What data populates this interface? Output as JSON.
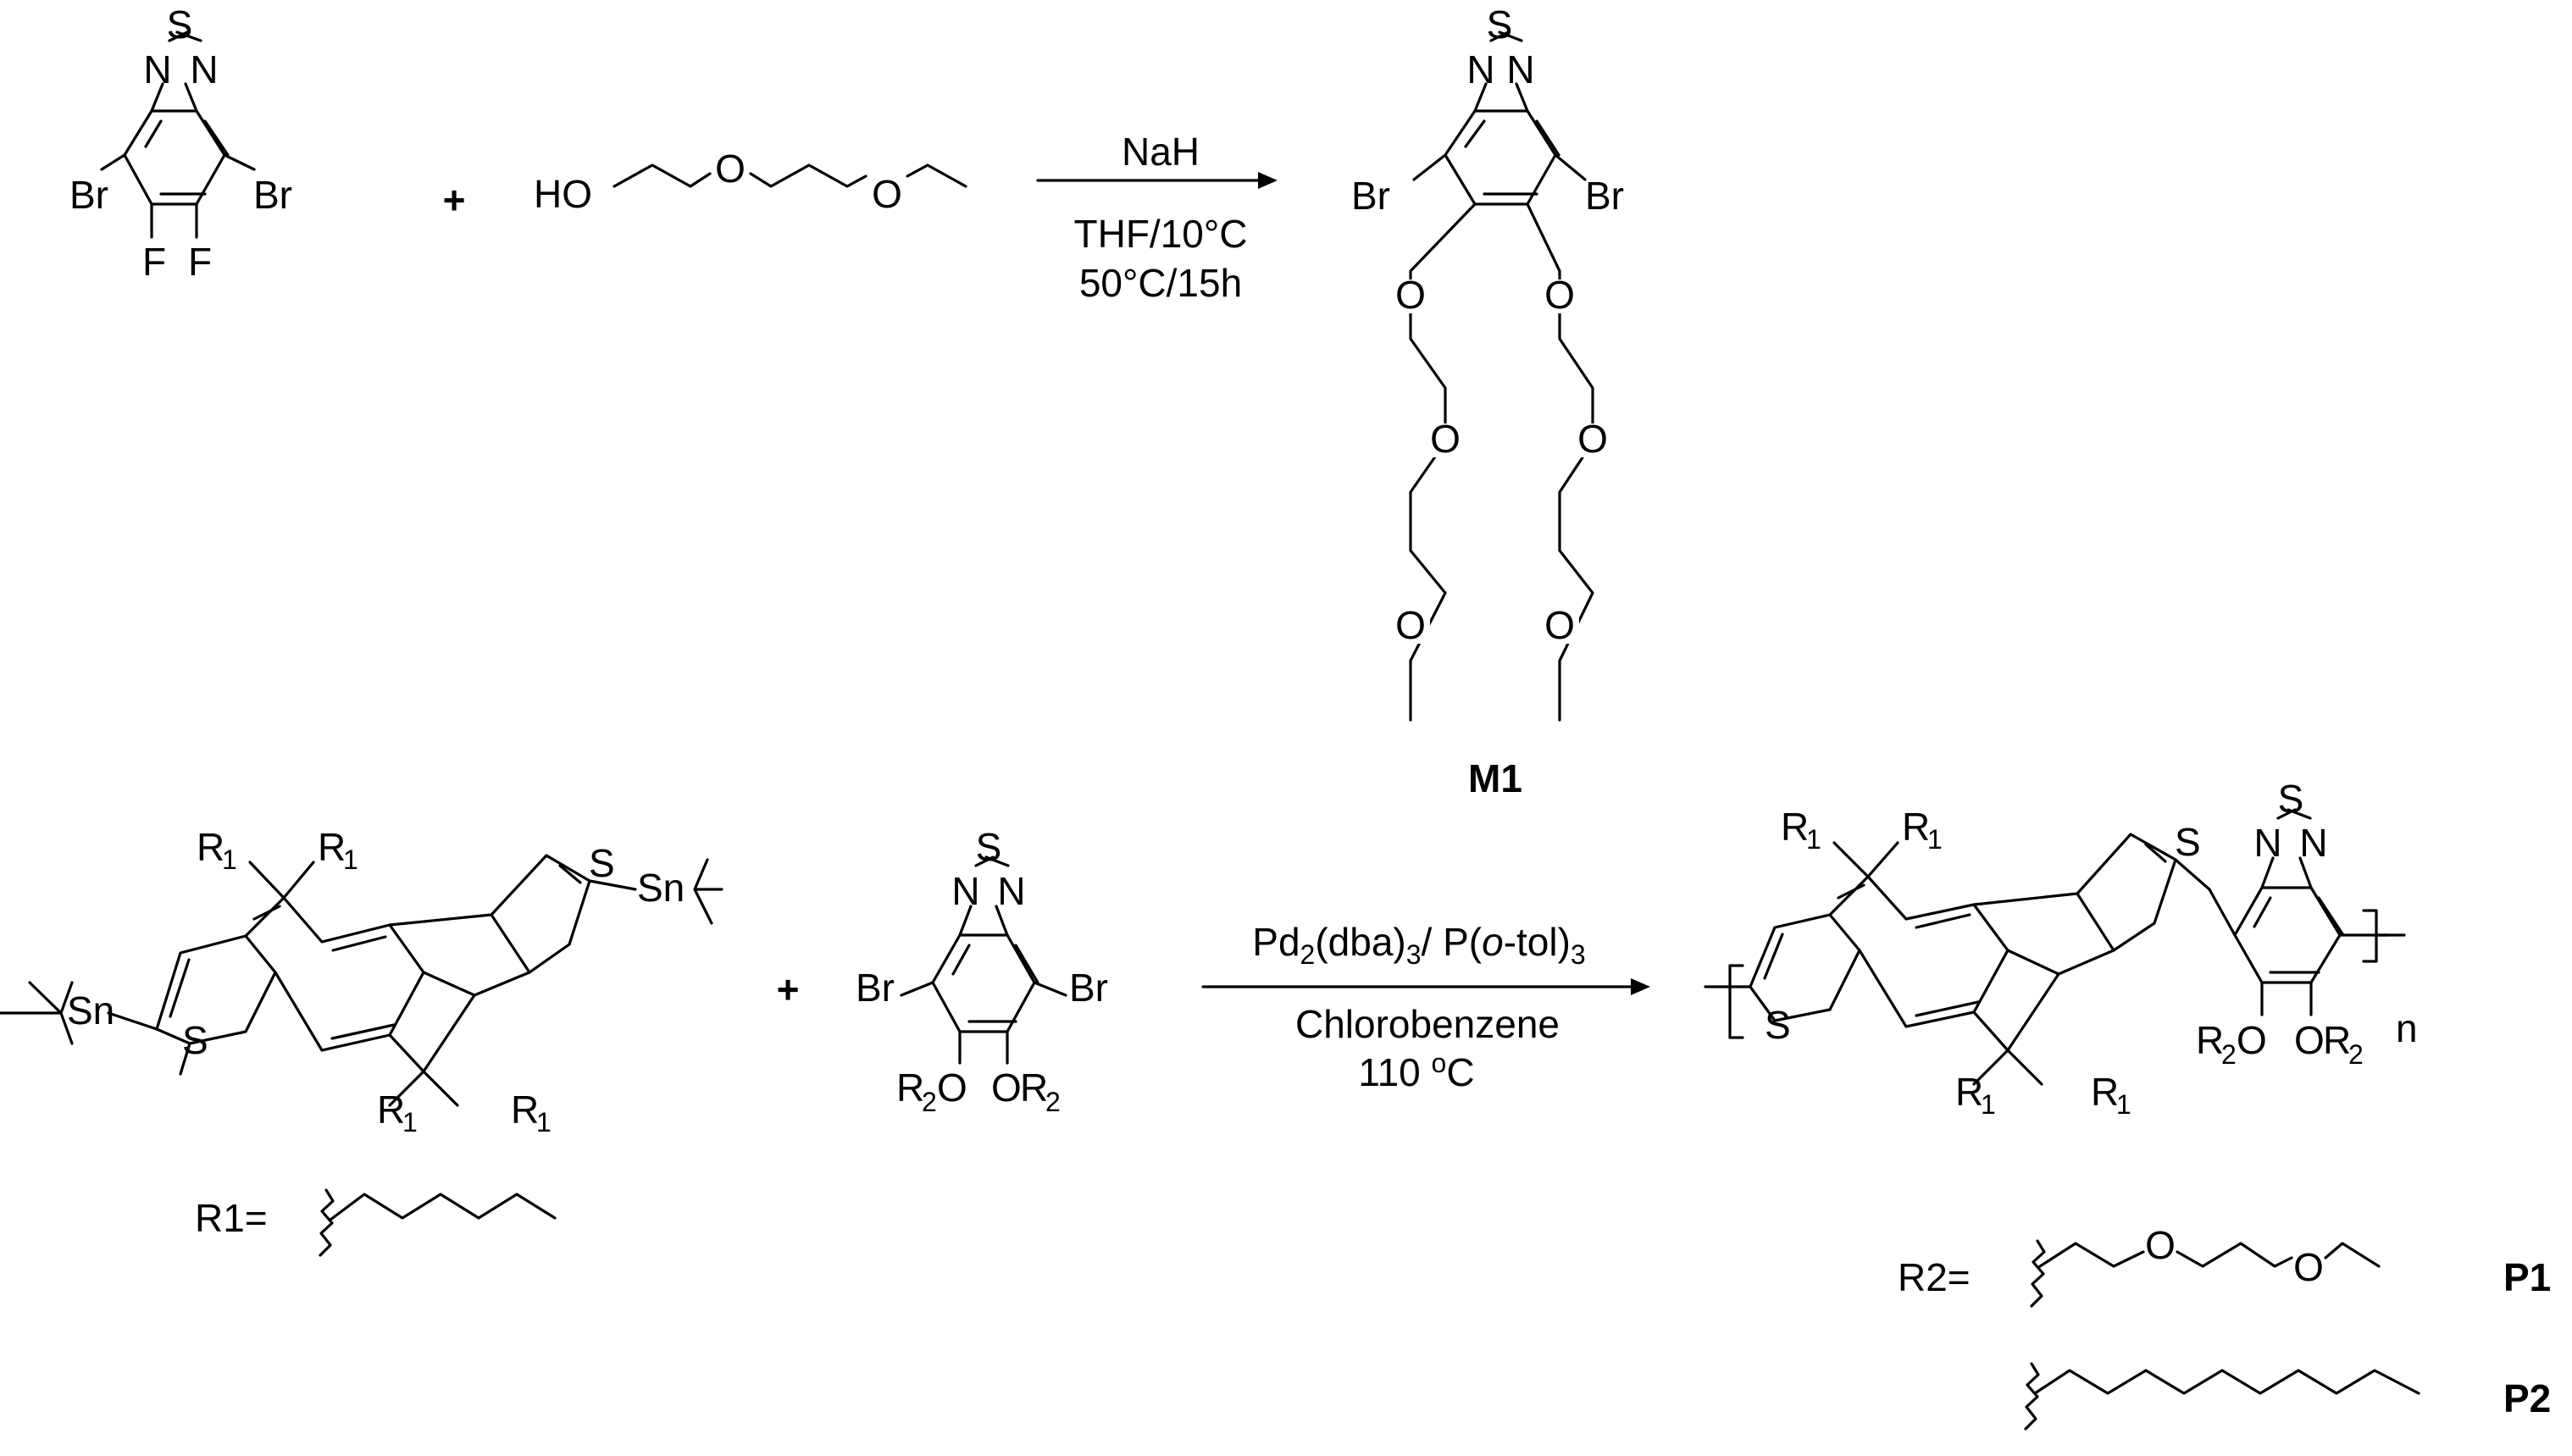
{
  "atoms": {
    "N": "N",
    "S": "S",
    "Br": "Br",
    "F": "F",
    "O": "O",
    "HO": "HO",
    "Sn": "Sn",
    "R": "R",
    "R1_sub": "1",
    "R2_sub": "2",
    "n": "n"
  },
  "plus": "+",
  "reaction1": {
    "above": "NaH",
    "below_line1": "THF/10°C",
    "below_line2": "50°C/15h",
    "product_label": "M1"
  },
  "reaction2": {
    "above_pd": "Pd",
    "above_sub1": "2",
    "above_dba": "(dba)",
    "above_sub2": "3",
    "above_slash": "/ P(",
    "above_otol_o": "o",
    "above_otol_rest": "-tol)",
    "above_sub3": "3",
    "below_line1": "Chlorobenzene",
    "below_line2_num": "110 ",
    "below_line2_deg": "o",
    "below_line2_unit": "C"
  },
  "definitions": {
    "r1_label": "R1=",
    "r2_label": "R2=",
    "p1_label": "P1",
    "p2_label": "P2"
  }
}
